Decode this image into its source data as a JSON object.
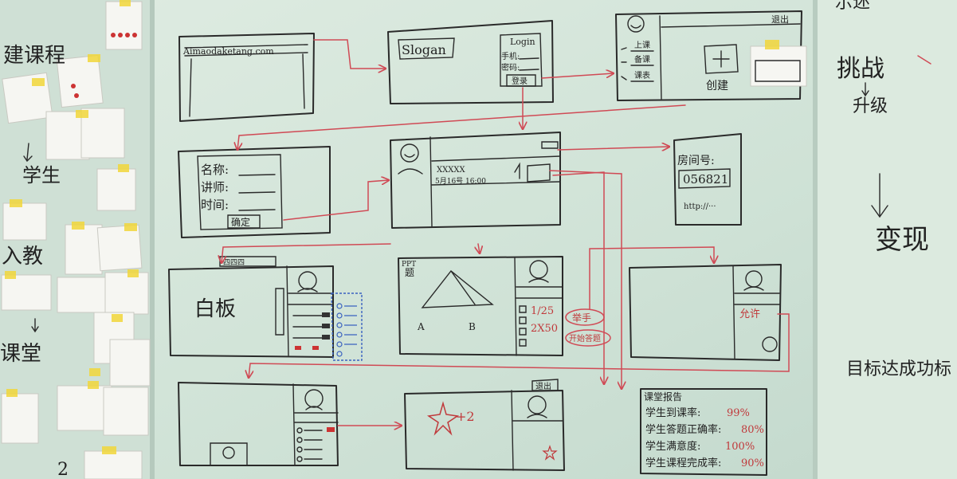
{
  "left_wall": {
    "title": "建课程",
    "texts": [
      "学生",
      "入教",
      "课堂"
    ],
    "bottom_num": "2"
  },
  "board": {
    "landing": {
      "url": "Aimaodaketang.com"
    },
    "login": {
      "slogan": "Slogan",
      "login": "Login",
      "acc": "手机:",
      "pwd": "密码:",
      "btn": "登录"
    },
    "dashboard": {
      "top_right": "退出",
      "menu": [
        "上课",
        "备课",
        "课表"
      ],
      "create": "创建"
    },
    "create_form": {
      "name": "名称:",
      "teacher": "讲师:",
      "time": "时间:",
      "ok": "确定"
    },
    "room": {
      "name": "XXXXX",
      "datetime": "5月16号 16:00"
    },
    "room_code": {
      "label": "房间号:",
      "code": "056821",
      "url": "http://···"
    },
    "whiteboard": {
      "label": "白板",
      "tabs": "四四四"
    },
    "ppt": {
      "title1": "PPT",
      "title2": "题",
      "label_a": "A",
      "label_b": "B",
      "ans1": "1/25",
      "ans2": "2X50"
    },
    "red_notes": [
      "举手",
      "开始答题"
    ],
    "permit": "允许",
    "star": {
      "text": "+2"
    },
    "exit": "退出",
    "report": {
      "title": "课堂报告",
      "rows": [
        {
          "label": "学生到课率:",
          "value": "99%"
        },
        {
          "label": "学生答题正确率:",
          "value": "80%"
        },
        {
          "label": "学生满意度:",
          "value": "100%"
        },
        {
          "label": "学生课程完成率:",
          "value": "90%"
        }
      ]
    }
  },
  "right_wall": {
    "t1": "挑战",
    "t2": "升级",
    "t3": "变现",
    "t4": "目标达成功标"
  }
}
